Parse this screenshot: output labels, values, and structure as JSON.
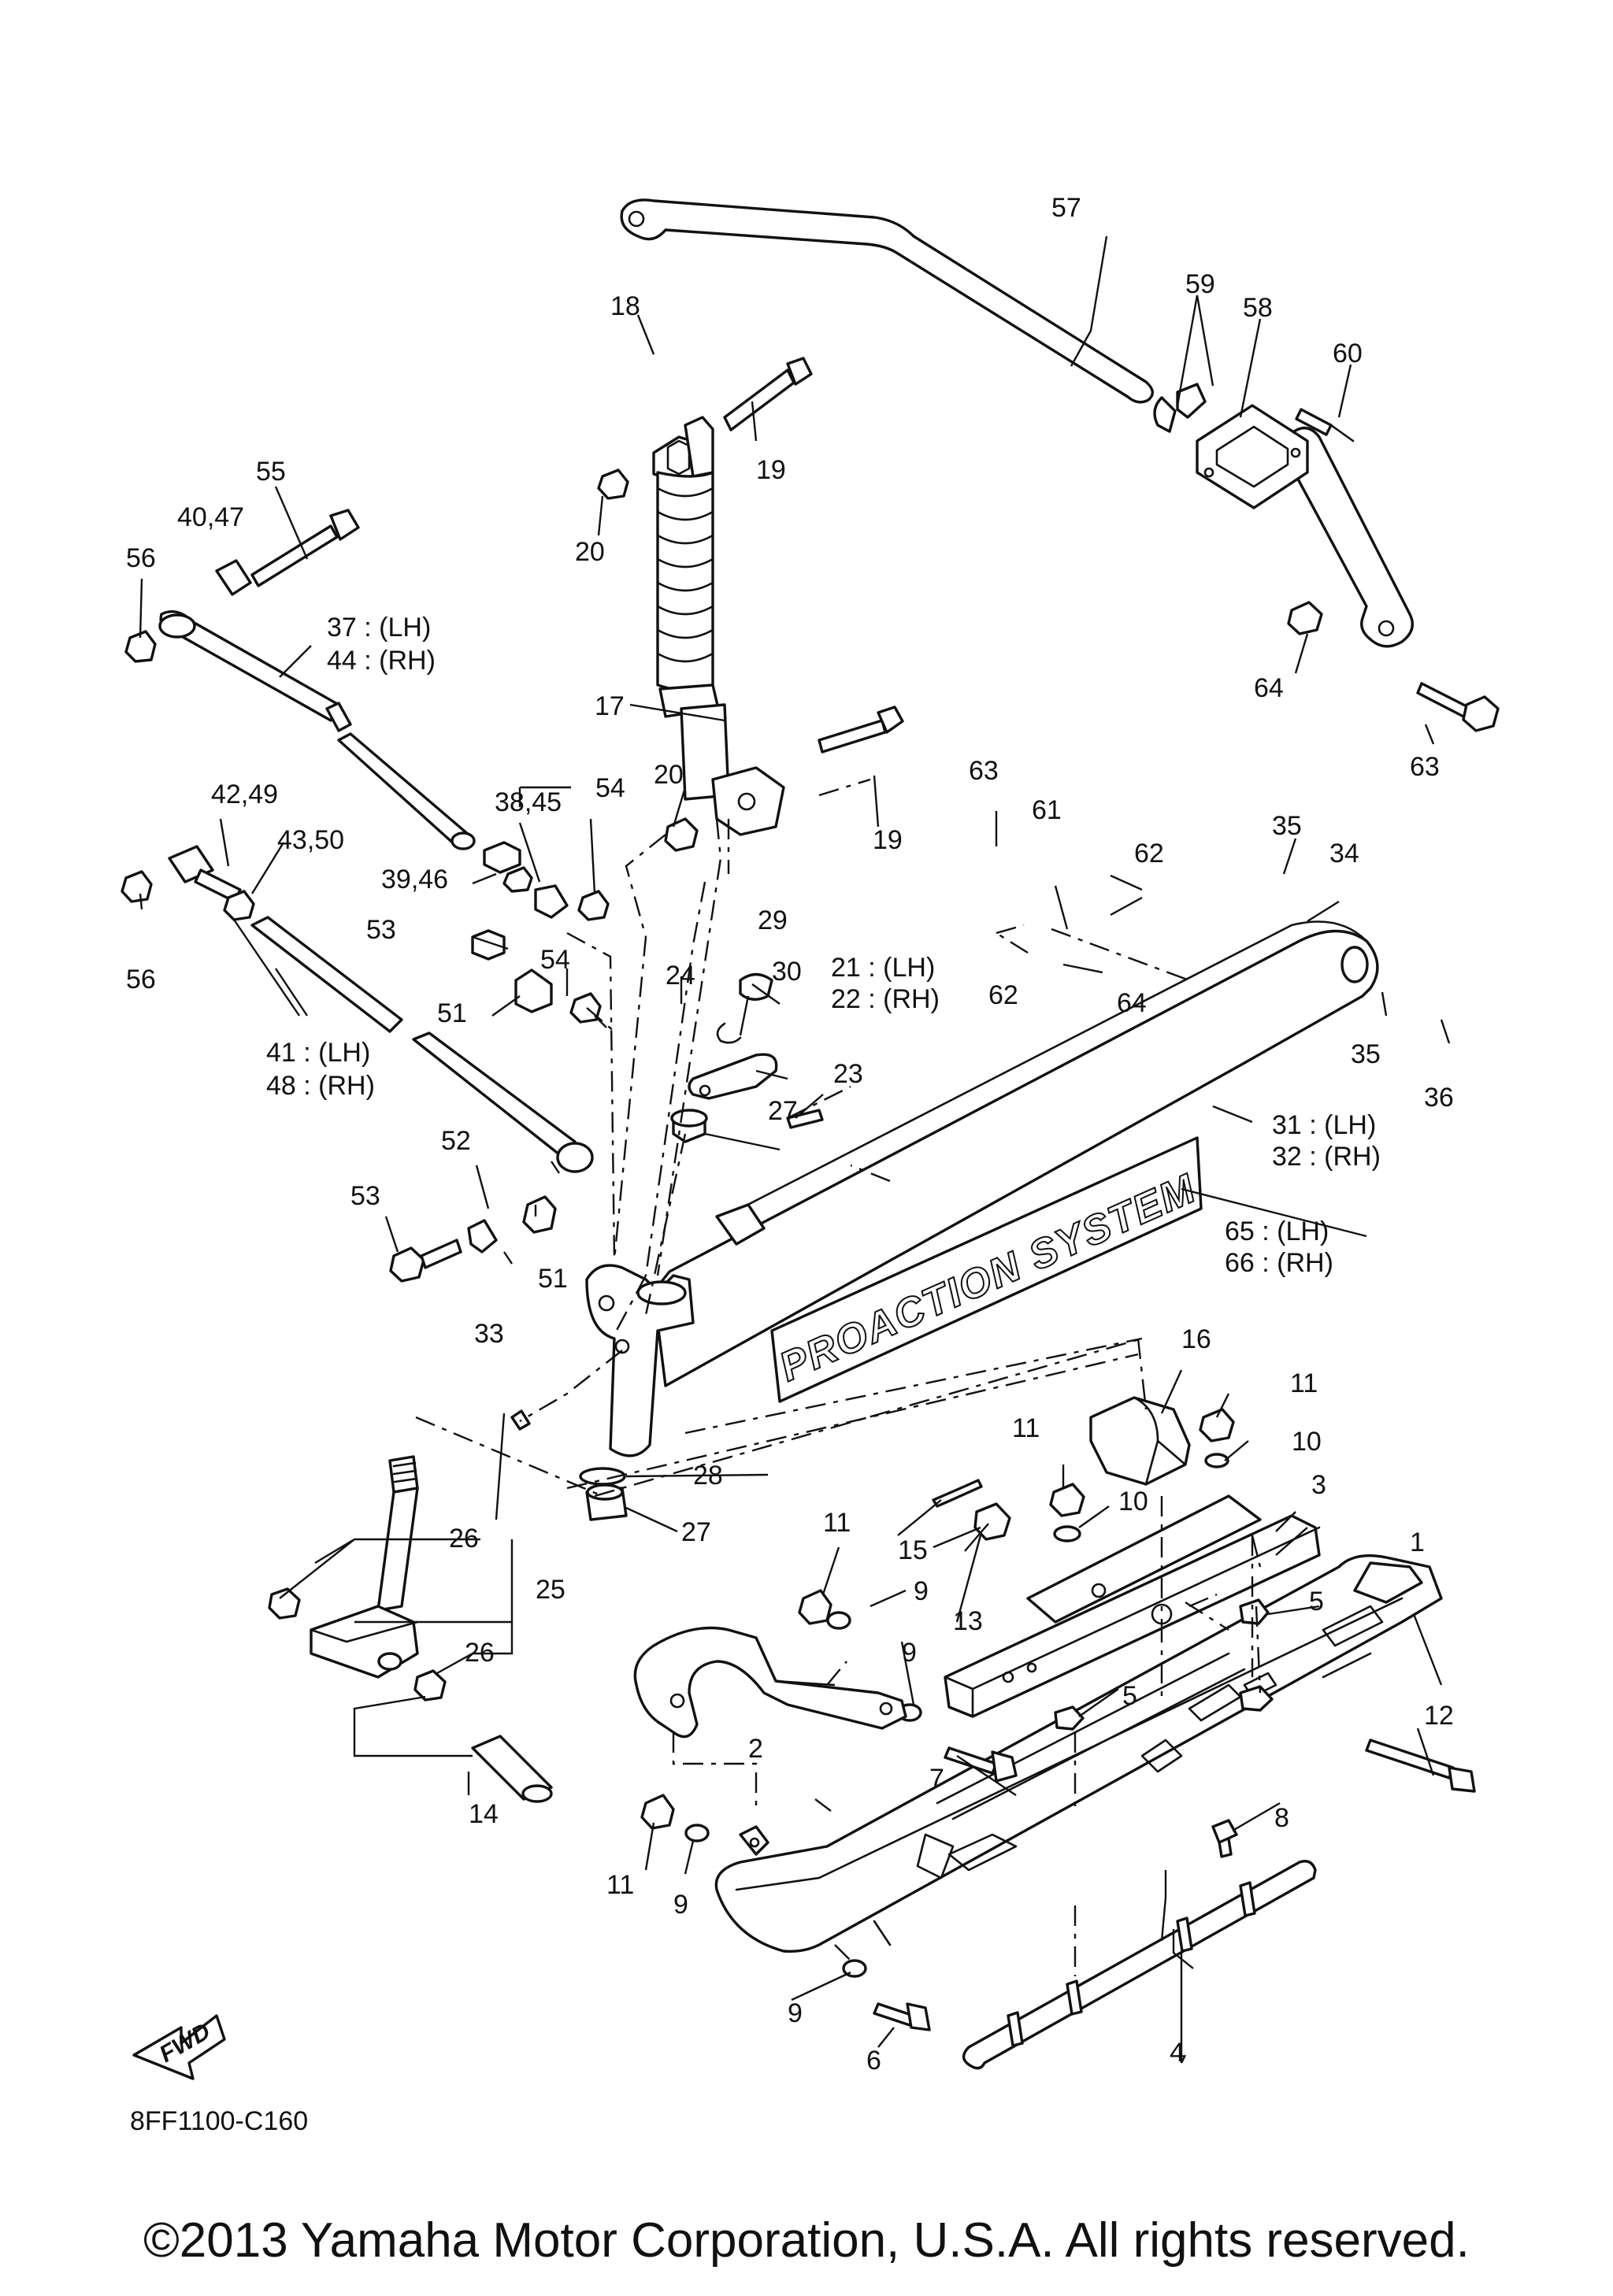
{
  "diagram_code": "8FF1100-C160",
  "copyright": "©2013 Yamaha Motor Corporation, U.S.A. All rights reserved.",
  "brand_decal": "PROACTION SYSTEM",
  "fwd_label": "FWD",
  "callouts": {
    "p1": "1",
    "p2": "2",
    "p3": "3",
    "p4": "4",
    "p5a": "5",
    "p5b": "5",
    "p6": "6",
    "p7": "7",
    "p8": "8",
    "p9a": "9",
    "p9b": "9",
    "p9c": "9",
    "p9d": "9",
    "p10a": "10",
    "p10b": "10",
    "p11a": "11",
    "p11b": "11",
    "p11c": "11",
    "p11d": "11",
    "p12": "12",
    "p13": "13",
    "p14": "14",
    "p15": "15",
    "p16": "16",
    "p17": "17",
    "p18": "18",
    "p19a": "19",
    "p19b": "19",
    "p20a": "20",
    "p20b": "20",
    "p21": "21 : (LH)",
    "p22": "22 : (RH)",
    "p23": "23",
    "p24": "24",
    "p25": "25",
    "p26a": "26",
    "p26b": "26",
    "p27a": "27",
    "p27b": "27",
    "p28": "28",
    "p29": "29",
    "p30": "30",
    "p31": "31 : (LH)",
    "p32": "32 : (RH)",
    "p33": "33",
    "p34": "34",
    "p35a": "35",
    "p35b": "35",
    "p36": "36",
    "p37": "37 : (LH)",
    "p44": "44 : (RH)",
    "p38_45": "38,45",
    "p39_46": "39,46",
    "p40_47": "40,47",
    "p41": "41 : (LH)",
    "p48": "48 : (RH)",
    "p42_49": "42,49",
    "p43_50": "43,50",
    "p51a": "51",
    "p51b": "51",
    "p52": "52",
    "p53a": "53",
    "p53b": "53",
    "p54a": "54",
    "p54b": "54",
    "p55": "55",
    "p56a": "56",
    "p56b": "56",
    "p57": "57",
    "p58": "58",
    "p59": "59",
    "p60": "60",
    "p61": "61",
    "p62a": "62",
    "p62b": "62",
    "p63a": "63",
    "p63b": "63",
    "p64a": "64",
    "p64b": "64",
    "p65": "65 : (LH)",
    "p66": "66 : (RH)"
  }
}
